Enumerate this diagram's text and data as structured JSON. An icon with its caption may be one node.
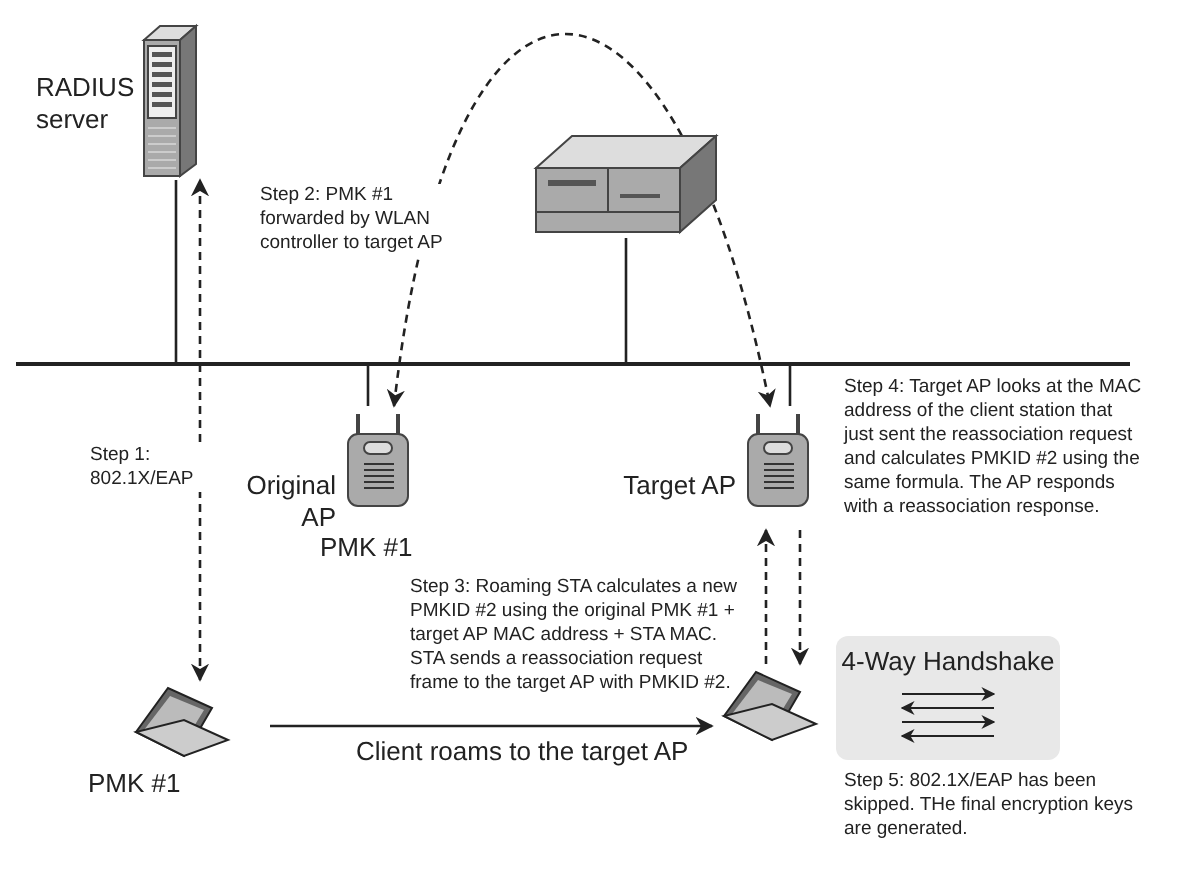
{
  "diagram": {
    "nodes": [
      {
        "text": [
          "RADIUS server"
        ]
      },
      {
        "text": [],
        "shape": "box"
      },
      {
        "text": [
          "Original AP"
        ],
        "beside": [
          "PMK #1"
        ]
      },
      {
        "text": [
          "Target AP"
        ]
      },
      {
        "text": [],
        "shape": "laptop",
        "beside": [
          "PMK #1"
        ]
      },
      {
        "text": [],
        "shape": "laptop"
      },
      {
        "text": [
          "4-Way Handshake"
        ],
        "beside": [
          "Step 5: 802.1X/EAP has been skipped. THe final encryption keys are generated."
        ]
      },
      {
        "text": [],
        "shape": "bar"
      }
    ],
    "edges": [
      {
        "from": 0,
        "to": 7,
        "arrow": "none"
      },
      {
        "from": 1,
        "to": 7,
        "arrow": "none"
      },
      {
        "from": 2,
        "to": 7,
        "arrow": "none"
      },
      {
        "from": 3,
        "to": 7,
        "arrow": "none"
      },
      {
        "from": 4,
        "to": 0,
        "arrow": "both",
        "style": "dashed",
        "label": "Step 1: 802.1X/EAP"
      },
      {
        "from": 2,
        "to": 3,
        "arrow": "both",
        "style": "dashed",
        "label": "Step 2: PMK #1 forwarded by WLAN controller to target AP"
      },
      {
        "from": 5,
        "to": 3,
        "arrow": "to",
        "style": "dashed"
      },
      {
        "from": 3,
        "to": 5,
        "arrow": "to",
        "style": "dashed"
      },
      {
        "from": 4,
        "to": 5,
        "arrow": "to",
        "label": "Client roams to the target AP"
      }
    ],
    "labels": [
      "Step 4: Target AP looks at the MAC address of the client station that just sent the reassociation request and calculates PMKID #2 using the same formula. The AP responds with a reassociation response.",
      "Step 3: Roaming STA calculates a new PMKID #2 using the original PMK #1 + target AP MAC address + STA MAC. STA sends a reassociation request frame to the target AP with PMKID #2."
    ]
  }
}
